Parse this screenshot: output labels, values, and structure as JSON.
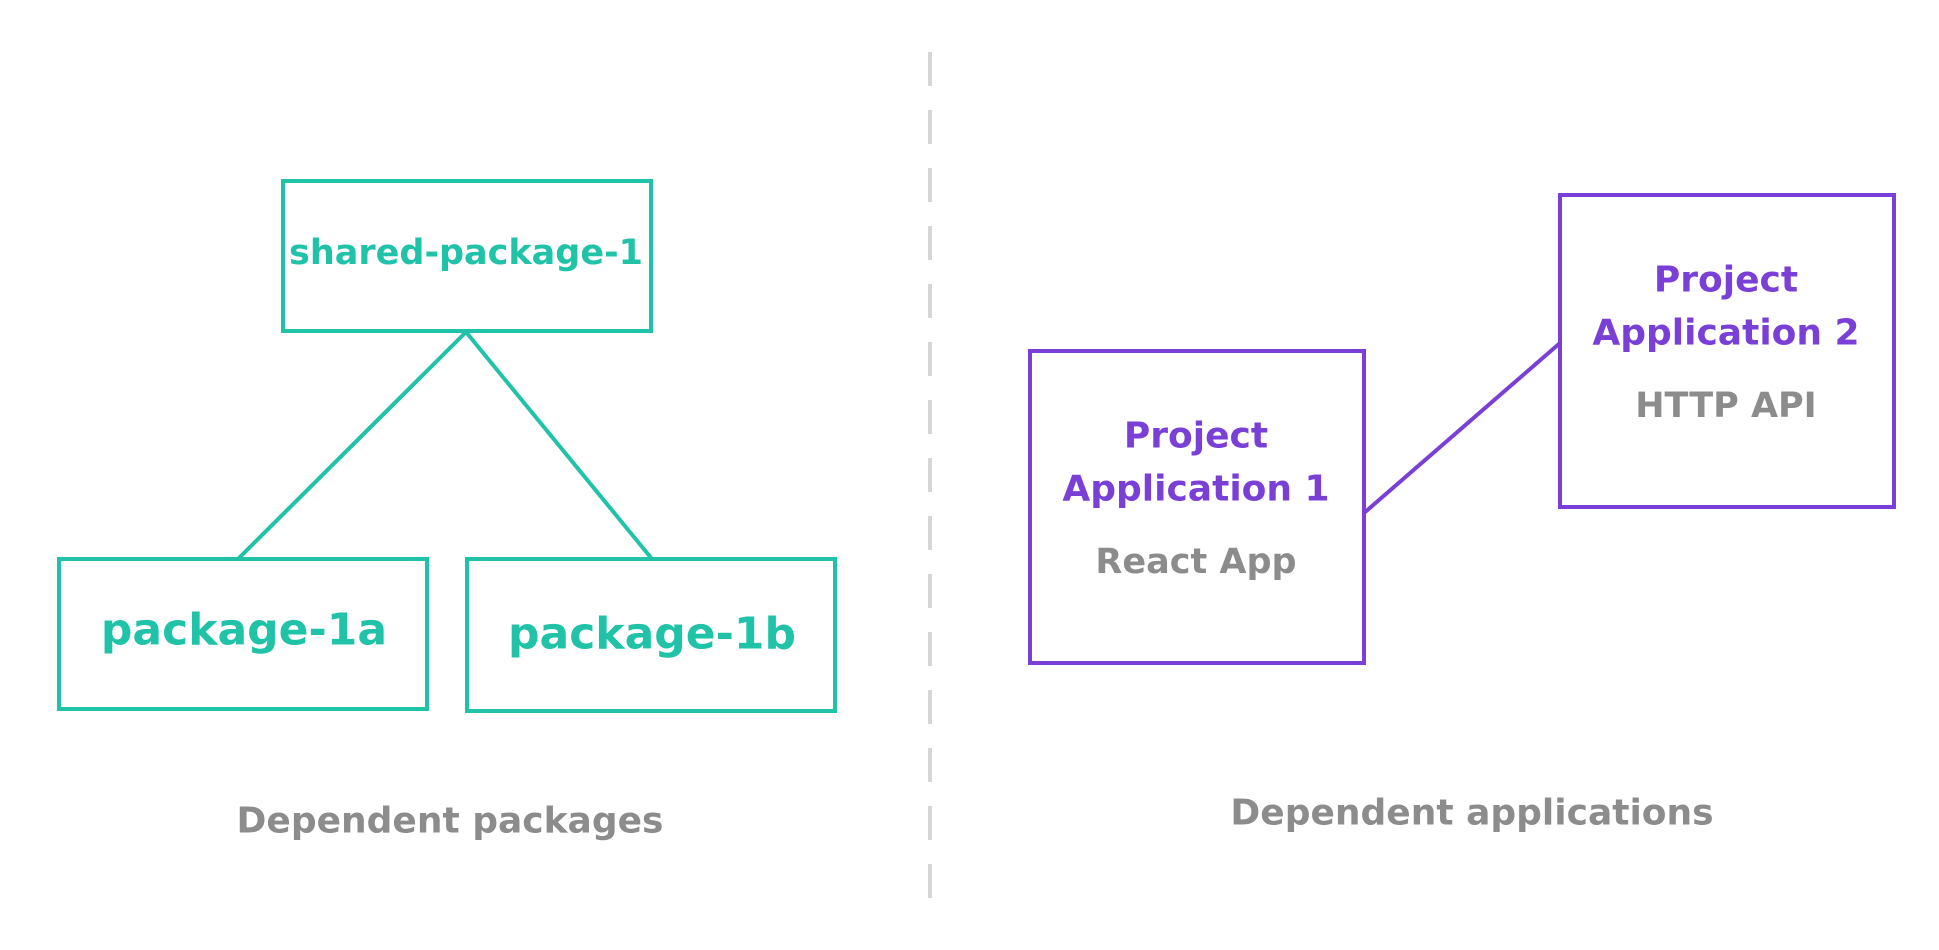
{
  "colors": {
    "teal": "#20c2a8",
    "purple": "#7a3fd6",
    "gray_text": "#8c8c8c",
    "divider": "#d6d6d6"
  },
  "packages": {
    "shared": "shared-package-1",
    "child_a": "package-1a",
    "child_b": "package-1b",
    "caption": "Dependent packages"
  },
  "applications": {
    "app1": {
      "title_line1": "Project",
      "title_line2": "Application 1",
      "subtitle": "React App"
    },
    "app2": {
      "title_line1": "Project",
      "title_line2": "Application 2",
      "subtitle": "HTTP API"
    },
    "caption": "Dependent applications"
  }
}
